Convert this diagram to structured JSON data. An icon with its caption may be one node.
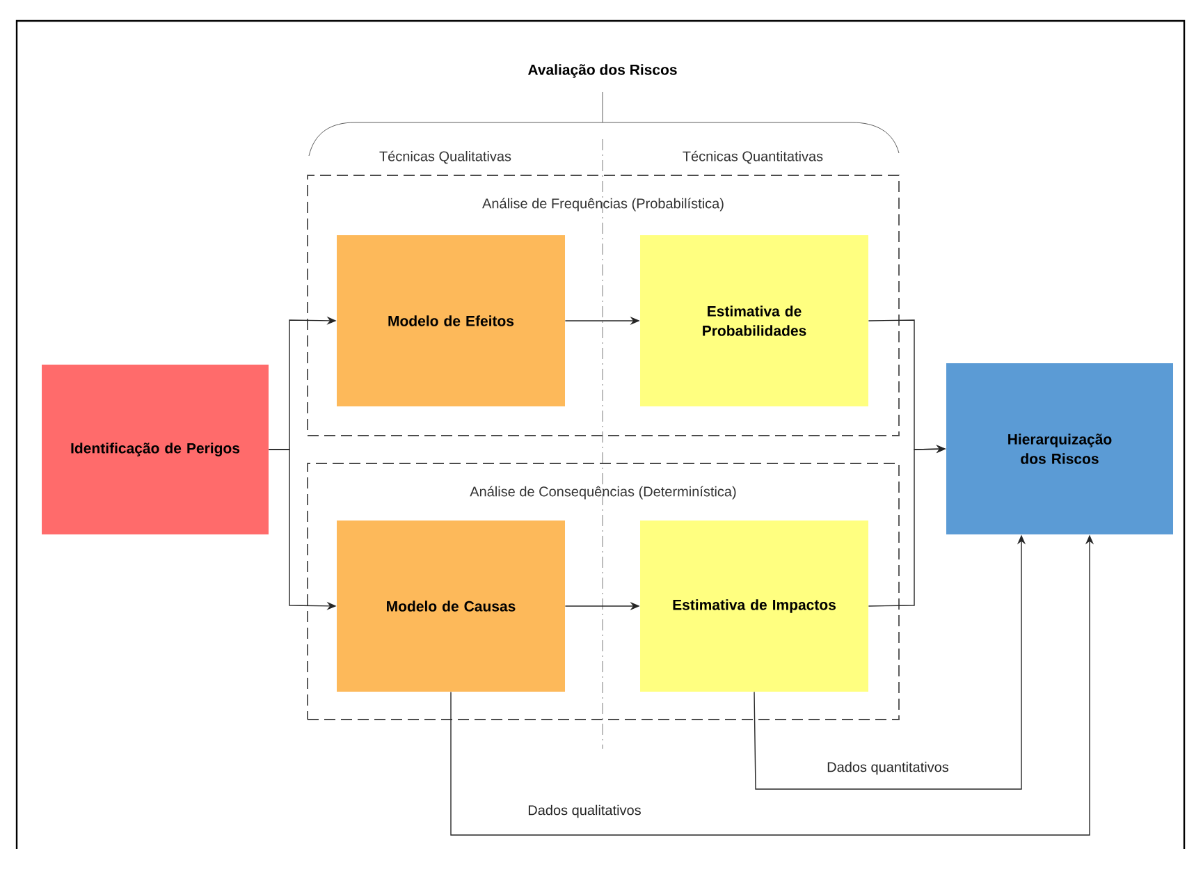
{
  "diagram": {
    "title": "Avaliação dos Riscos",
    "nodes": [
      {
        "text": [
          "Identificação de Perigos"
        ]
      },
      {
        "text": [
          "Análise de Frequências (Probabilística)"
        ]
      },
      {
        "text": [
          "Modelo de Efeitos"
        ],
        "in": 1
      },
      {
        "text": [
          "Estimativa de Probabilidades"
        ],
        "in": 1
      },
      {
        "text": [
          "Análise de Consequências (Determinística)"
        ]
      },
      {
        "text": [
          "Modelo de Causas"
        ],
        "in": 4
      },
      {
        "text": [
          "Estimativa de Impactos"
        ],
        "in": 4
      },
      {
        "text": [
          "Hierarquização dos Riscos"
        ]
      }
    ],
    "edges": [
      {
        "from": 0,
        "to": 2,
        "arrow": "to"
      },
      {
        "from": 0,
        "to": 5,
        "arrow": "to"
      },
      {
        "from": 2,
        "to": 3,
        "arrow": "to"
      },
      {
        "from": 5,
        "to": 6,
        "arrow": "to"
      },
      {
        "from": 3,
        "to": 7,
        "arrow": "to"
      },
      {
        "from": 6,
        "to": 7,
        "arrow": "to"
      },
      {
        "from": 5,
        "to": 7,
        "arrow": "to",
        "label": "Dados qualitativos"
      },
      {
        "from": 6,
        "to": 7,
        "arrow": "to",
        "label": "Dados quantitativos"
      }
    ],
    "labels": [
      "Técnicas Qualitativas",
      "Técnicas Quantitativas"
    ]
  }
}
